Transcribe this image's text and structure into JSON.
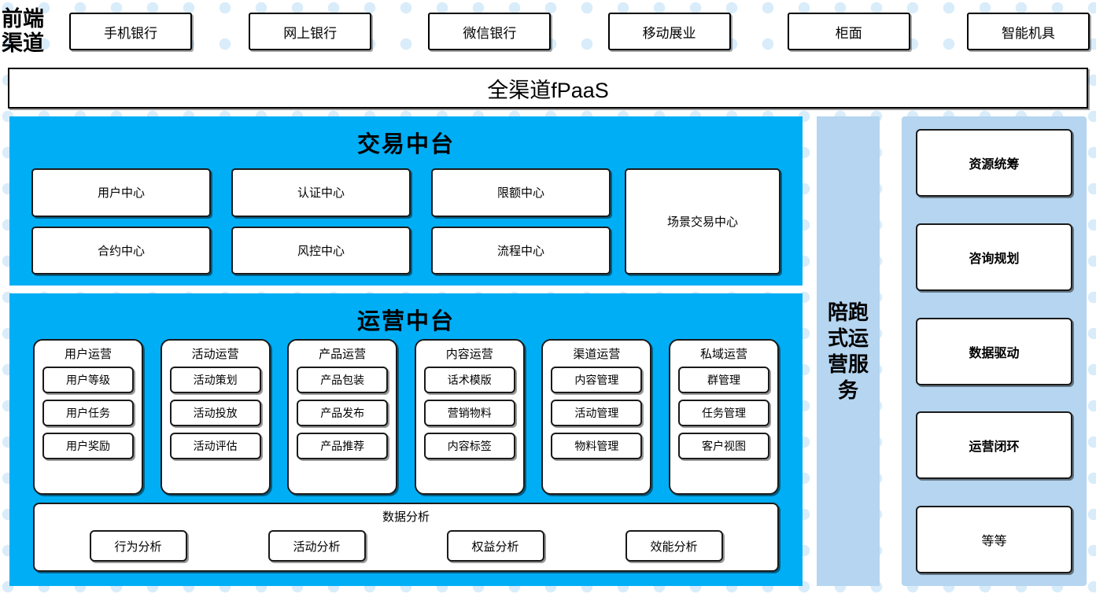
{
  "channels": {
    "label": "前端\n渠道",
    "label_line1": "前端",
    "label_line2": "渠道",
    "items": [
      {
        "label": "手机银行"
      },
      {
        "label": "网上银行"
      },
      {
        "label": "微信银行"
      },
      {
        "label": "移动展业"
      },
      {
        "label": "柜面"
      },
      {
        "label": "智能机具"
      }
    ]
  },
  "platform_banner": {
    "label": "全渠道fPaaS"
  },
  "trade_platform": {
    "title": "交易中台",
    "cards": [
      {
        "label": "用户中心"
      },
      {
        "label": "认证中心"
      },
      {
        "label": "限额中心"
      },
      {
        "label": "合约中心"
      },
      {
        "label": "风控中心"
      },
      {
        "label": "流程中心"
      }
    ],
    "tall_card": {
      "label": "场景交易中心"
    }
  },
  "ops_platform": {
    "title": "运营中台",
    "columns": [
      {
        "title": "用户运营",
        "items": [
          {
            "label": "用户等级"
          },
          {
            "label": "用户任务"
          },
          {
            "label": "用户奖励"
          }
        ]
      },
      {
        "title": "活动运营",
        "items": [
          {
            "label": "活动策划"
          },
          {
            "label": "活动投放"
          },
          {
            "label": "活动评估"
          }
        ]
      },
      {
        "title": "产品运营",
        "items": [
          {
            "label": "产品包装"
          },
          {
            "label": "产品发布"
          },
          {
            "label": "产品推荐"
          }
        ]
      },
      {
        "title": "内容运营",
        "items": [
          {
            "label": "话术模版"
          },
          {
            "label": "营销物料"
          },
          {
            "label": "内容标签"
          }
        ]
      },
      {
        "title": "渠道运营",
        "items": [
          {
            "label": "内容管理"
          },
          {
            "label": "活动管理"
          },
          {
            "label": "物料管理"
          }
        ]
      },
      {
        "title": "私域运营",
        "items": [
          {
            "label": "群管理"
          },
          {
            "label": "任务管理"
          },
          {
            "label": "客户视图"
          }
        ]
      }
    ],
    "analysis": {
      "title": "数据分析",
      "items": [
        {
          "label": "行为分析"
        },
        {
          "label": "活动分析"
        },
        {
          "label": "权益分析"
        },
        {
          "label": "效能分析"
        }
      ]
    }
  },
  "service_band": {
    "label": "陪跑式运营服务"
  },
  "pillars": {
    "items": [
      {
        "label": "资源统筹",
        "emphasis": true
      },
      {
        "label": "咨询规划",
        "emphasis": true
      },
      {
        "label": "数据驱动",
        "emphasis": true
      },
      {
        "label": "运营闭环",
        "emphasis": true
      },
      {
        "label": "等等",
        "emphasis": false
      }
    ]
  },
  "colors": {
    "primary_cyan": "#00aef5",
    "light_blue": "#b5d5f0",
    "dot_blue": "#d9ecfa",
    "outline": "#1a1a1a",
    "surface": "#ffffff"
  }
}
